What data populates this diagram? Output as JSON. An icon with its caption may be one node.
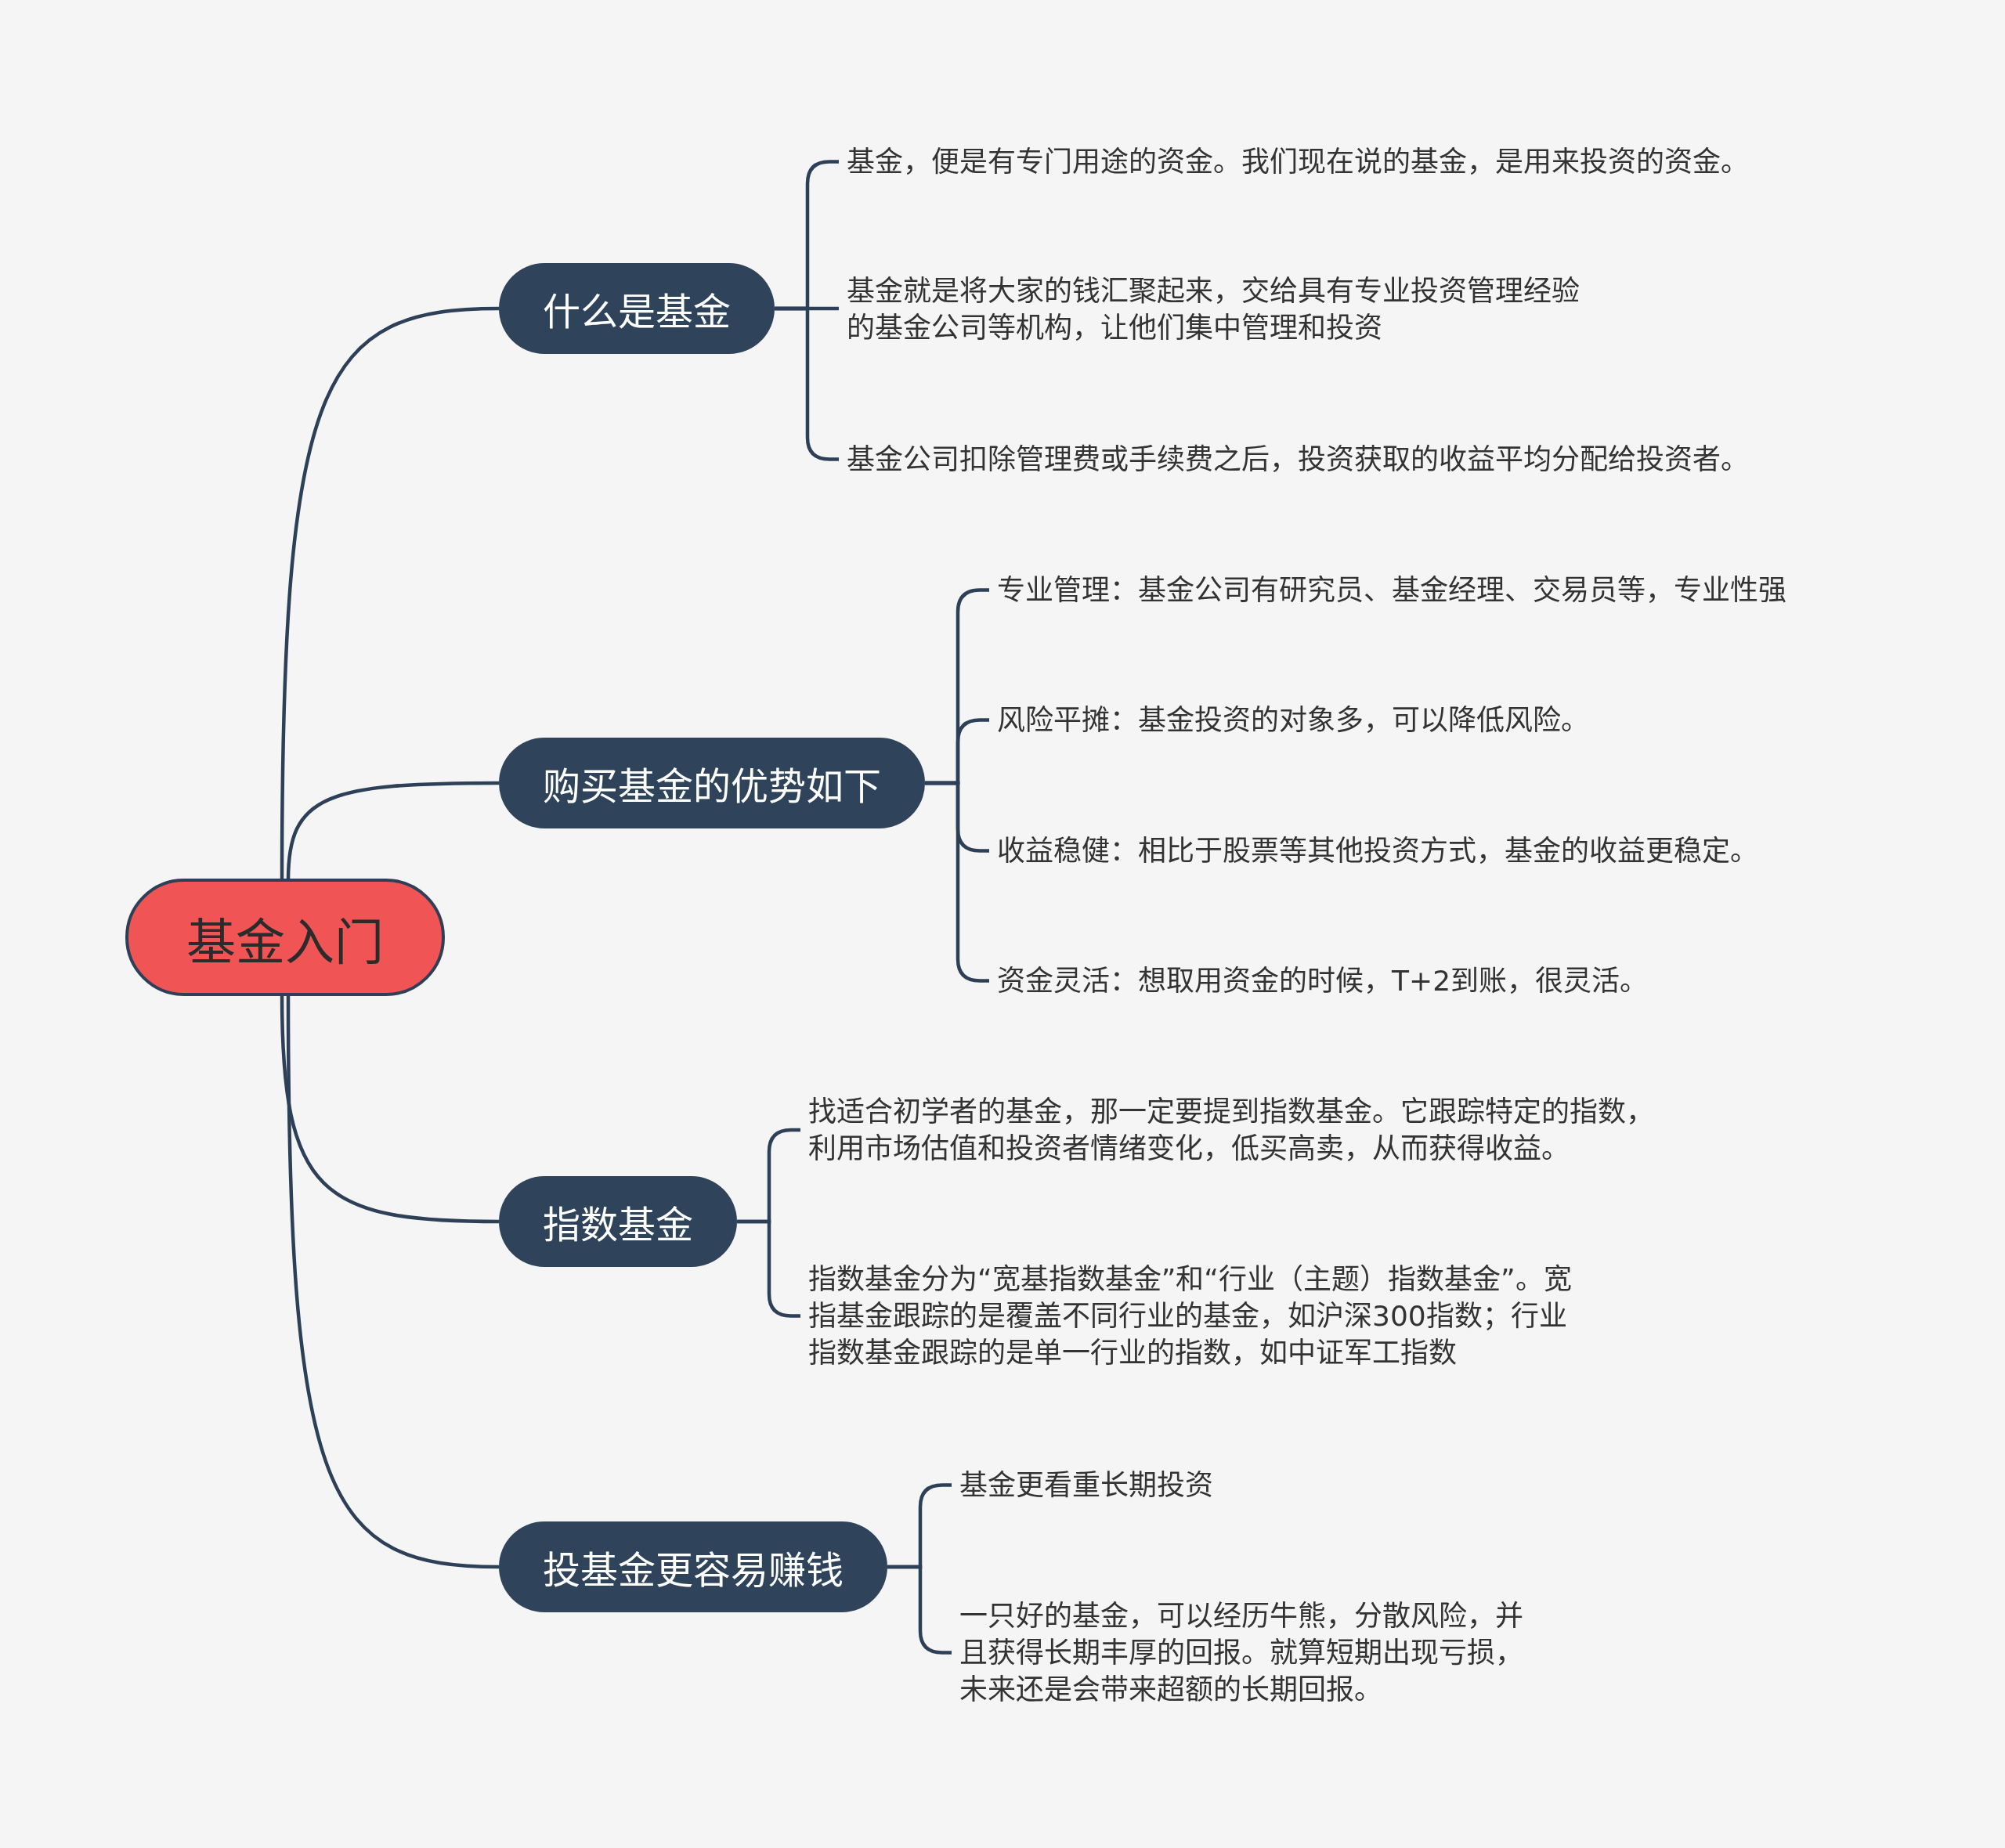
{
  "diagram": {
    "nodes": [
      {
        "text": [
          "基金入门"
        ]
      },
      {
        "text": [
          "什么是基金"
        ]
      },
      {
        "text": [
          "基金，便是有专门用途的资金。我们现在说的基金，是用来投资的资金。"
        ]
      },
      {
        "text": [
          "基金就是将大家的钱汇聚起来，交给具有专业投资管理经验的基金公司等机构，让他们集中管理和投资"
        ]
      },
      {
        "text": [
          "基金公司扣除管理费或手续费之后，投资获取的收益平均分配给投资者。"
        ]
      },
      {
        "text": [
          "购买基金的优势如下"
        ]
      },
      {
        "text": [
          "专业管理：基金公司有研究员、基金经理、交易员等，专业性强"
        ]
      },
      {
        "text": [
          "风险平摊：基金投资的对象多，可以降低风险。"
        ]
      },
      {
        "text": [
          "收益稳健：相比于股票等其他投资方式，基金的收益更稳定。"
        ]
      },
      {
        "text": [
          "资金灵活：想取用资金的时候，T+2到账，很灵活。"
        ]
      },
      {
        "text": [
          "指数基金"
        ]
      },
      {
        "text": [
          "找适合初学者的基金，那一定要提到指数基金。它跟踪特定的指数，利用市场估值和投资者情绪变化，低买高卖，从而获得收益。"
        ]
      },
      {
        "text": [
          "指数基金分为“宽基指数基金”和“行业（主题）指数基金”。宽指基金跟踪的是覆盖不同行业的基金，如沪深300指数；行业指数基金跟踪的是单一行业的指数，如中证军工指数"
        ]
      },
      {
        "text": [
          "投基金更容易赚钱"
        ]
      },
      {
        "text": [
          "基金更看重长期投资"
        ]
      },
      {
        "text": [
          "一只好的基金，可以经历牛熊，分散风险，并且获得长期丰厚的回报。就算短期出现亏损，未来还是会带来超额的长期回报。"
        ]
      }
    ],
    "edges": [
      {
        "from": 0,
        "to": 1,
        "arrow": "none"
      },
      {
        "from": 0,
        "to": 5,
        "arrow": "none"
      },
      {
        "from": 0,
        "to": 10,
        "arrow": "none"
      },
      {
        "from": 0,
        "to": 13,
        "arrow": "none"
      },
      {
        "from": 1,
        "to": 2,
        "arrow": "none"
      },
      {
        "from": 1,
        "to": 3,
        "arrow": "none"
      },
      {
        "from": 1,
        "to": 4,
        "arrow": "none"
      },
      {
        "from": 5,
        "to": 6,
        "arrow": "none"
      },
      {
        "from": 5,
        "to": 7,
        "arrow": "none"
      },
      {
        "from": 5,
        "to": 8,
        "arrow": "none"
      },
      {
        "from": 5,
        "to": 9,
        "arrow": "none"
      },
      {
        "from": 10,
        "to": 11,
        "arrow": "none"
      },
      {
        "from": 10,
        "to": 12,
        "arrow": "none"
      },
      {
        "from": 13,
        "to": 14,
        "arrow": "none"
      },
      {
        "from": 13,
        "to": 15,
        "arrow": "none"
      }
    ]
  }
}
